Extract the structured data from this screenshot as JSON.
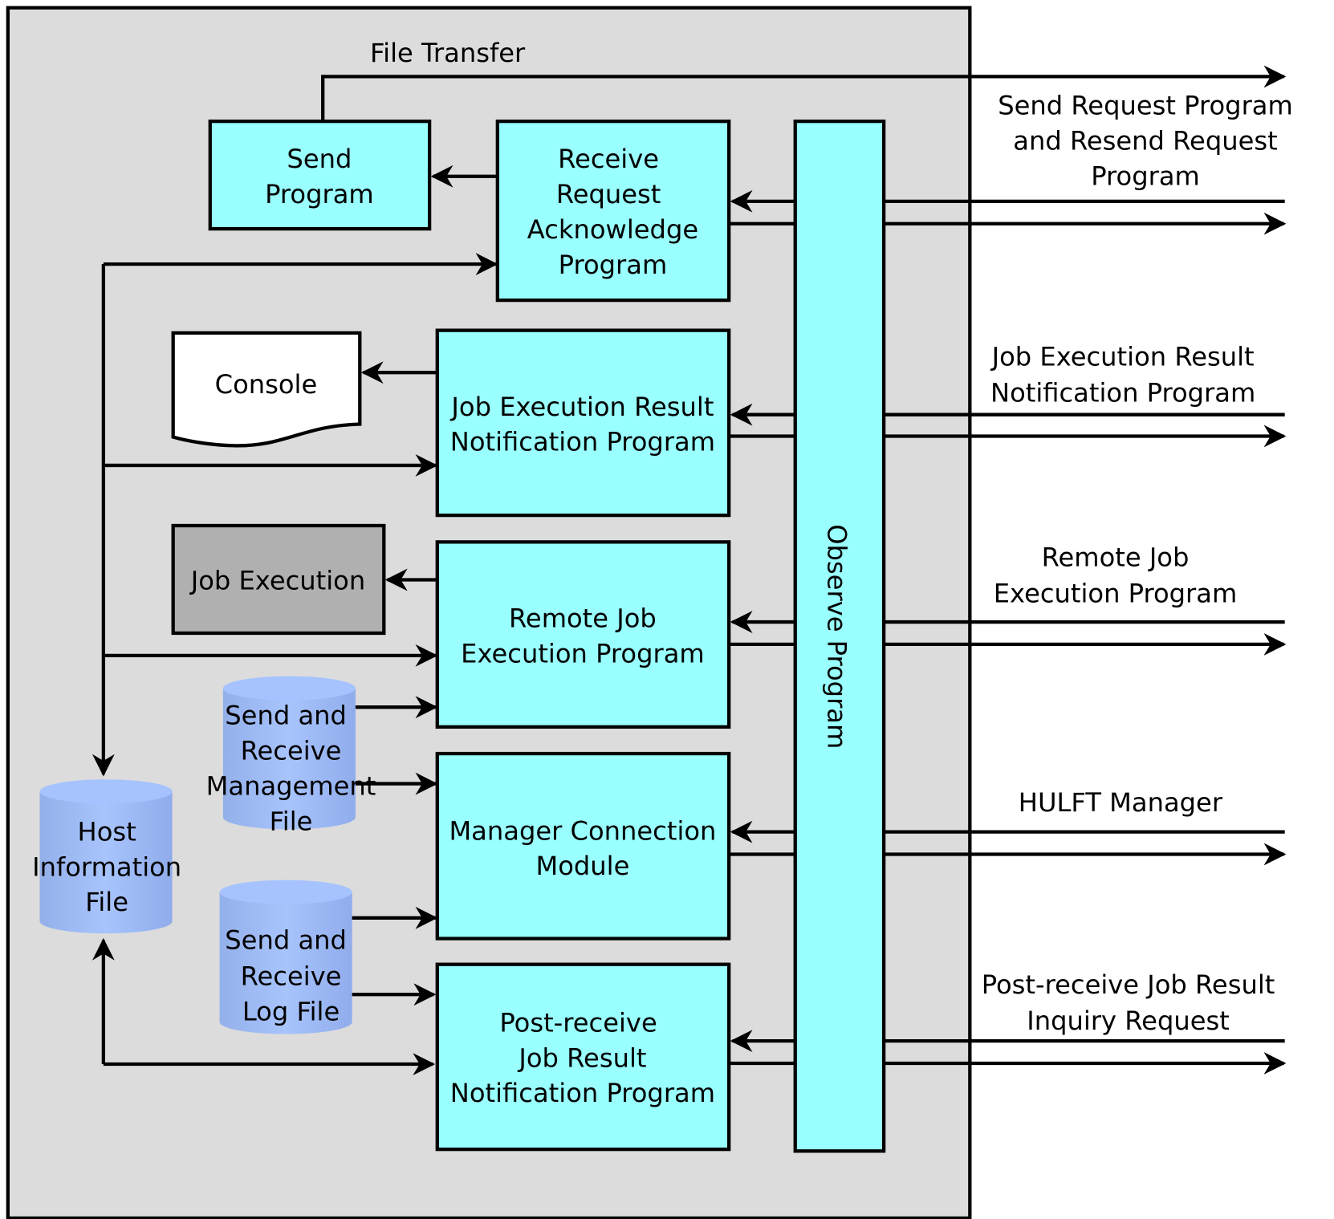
{
  "diagram": {
    "colors": {
      "system_background": "#dcdcdc",
      "program_box": "#99ffff",
      "job_execution_box": "#b0b0b0",
      "console_box": "#ffffff",
      "file_cylinder": "#a3bfff",
      "line": "#000000"
    },
    "file_transfer_label": "File Transfer",
    "programs": {
      "send": [
        "Send",
        "Program"
      ],
      "receive_ack": [
        "Receive",
        "Request",
        "Acknowledge",
        "Program"
      ],
      "job_result_notification": [
        "Job Execution Result",
        "Notification Program"
      ],
      "remote_job_execution": [
        "Remote Job",
        "Execution Program"
      ],
      "manager_connection": [
        "Manager Connection",
        "Module"
      ],
      "post_receive": [
        "Post-receive",
        "Job Result",
        "Notification Program"
      ],
      "observe": "Observe Program"
    },
    "outputs": {
      "console": "Console",
      "job_execution": "Job Execution"
    },
    "files": {
      "host_information": [
        "Host",
        "Information",
        "File"
      ],
      "management": [
        "Send and",
        "Receive",
        "Management",
        "File"
      ],
      "log": [
        "Send and",
        "Receive",
        "Log File"
      ]
    },
    "external": {
      "send_request": [
        "Send Request Program",
        "and Resend Request",
        "Program"
      ],
      "job_result": [
        "Job Execution Result",
        "Notification Program"
      ],
      "remote_job": [
        "Remote Job",
        "Execution Program"
      ],
      "hulft_manager": [
        "HULFT Manager"
      ],
      "post_receive_inquiry": [
        "Post-receive Job Result",
        "Inquiry Request"
      ]
    }
  }
}
